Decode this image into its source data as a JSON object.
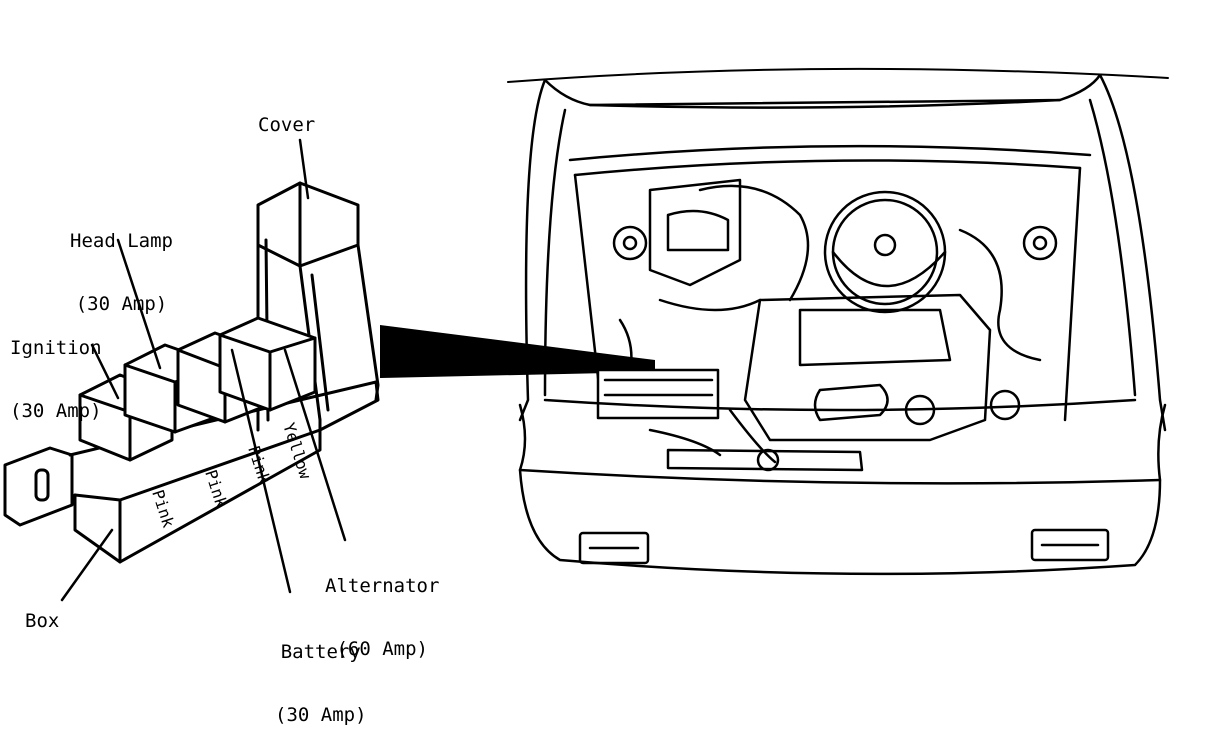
{
  "labels": {
    "cover": "Cover",
    "head_lamp": {
      "name": "Head Lamp",
      "rating": "(30 Amp)"
    },
    "ignition": {
      "name": "Ignition",
      "rating": "(30 Amp)"
    },
    "alternator": {
      "name": "Alternator",
      "rating": "(60 Amp)"
    },
    "battery": {
      "name": "Battery",
      "rating": "(30 Amp)"
    },
    "box": "Box"
  },
  "wire_colors": {
    "pink_front": "Pink",
    "pink_middle": "Pink",
    "pink_rear": "Pink",
    "yellow": "Yellow"
  },
  "colors": {
    "ink": "#000000",
    "paper": "#ffffff"
  }
}
